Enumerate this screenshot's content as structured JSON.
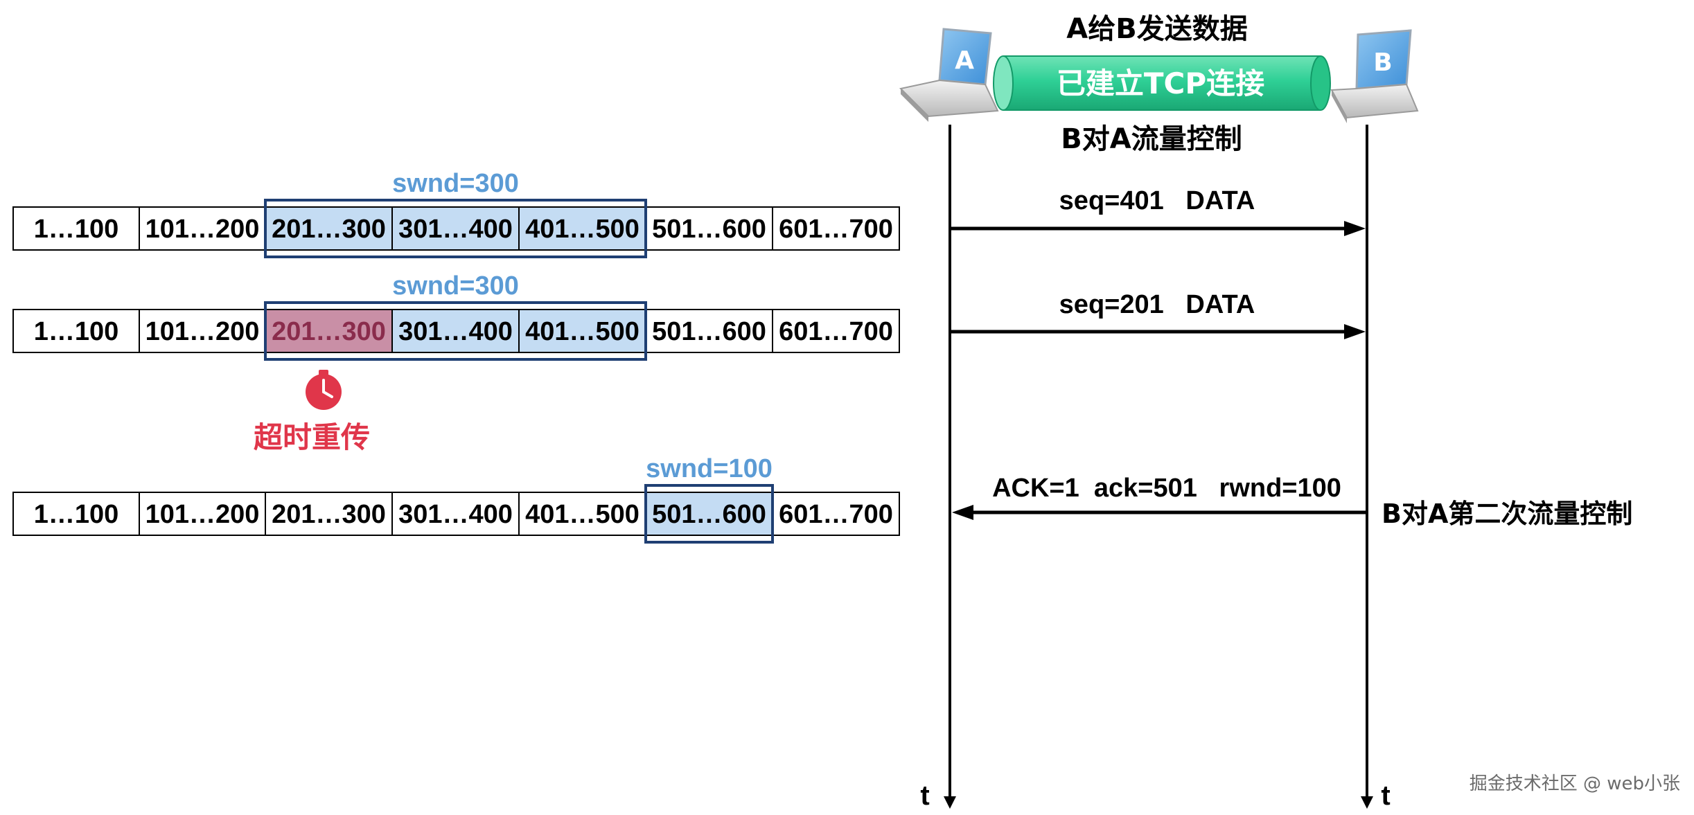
{
  "colors": {
    "window_fill": "#c4dcf3",
    "window_border": "#1f3f73",
    "timeout_fill": "#c98fa6",
    "timeout_text": "#8a2c4c",
    "swnd_label": "#5b9bd5",
    "timeout_label": "#e0364a",
    "tube": "#2fd096",
    "line": "#000000"
  },
  "rows": [
    {
      "segments": [
        "1…100",
        "101…200",
        "201…300",
        "301…400",
        "401…500",
        "501…600",
        "601…700"
      ],
      "window": {
        "label": "swnd=300",
        "start": 2,
        "count": 3
      },
      "timeout_segment": null
    },
    {
      "segments": [
        "1…100",
        "101…200",
        "201…300",
        "301…400",
        "401…500",
        "501…600",
        "601…700"
      ],
      "window": {
        "label": "swnd=300",
        "start": 2,
        "count": 3
      },
      "timeout_segment": 2
    },
    {
      "segments": [
        "1…100",
        "101…200",
        "201…300",
        "301…400",
        "401…500",
        "501…600",
        "601…700"
      ],
      "window": {
        "label": "swnd=100",
        "start": 5,
        "count": 1
      },
      "timeout_segment": null
    }
  ],
  "timeout": {
    "icon": "stopwatch-icon",
    "label": "超时重传"
  },
  "sequence": {
    "title": "A给B发送数据",
    "tube_label": "已建立TCP连接",
    "subtitle": "B对A流量控制",
    "host_a": "A",
    "host_b": "B",
    "time_label_a": "t",
    "time_label_b": "t",
    "messages": [
      {
        "label": "seq=401   DATA",
        "direction": "A->B"
      },
      {
        "label": "seq=201   DATA",
        "direction": "A->B"
      },
      {
        "label": "ACK=1  ack=501   rwnd=100",
        "direction": "B->A"
      }
    ],
    "side_note": "B对A第二次流量控制"
  },
  "watermark": "掘金技术社区 @ web小张"
}
